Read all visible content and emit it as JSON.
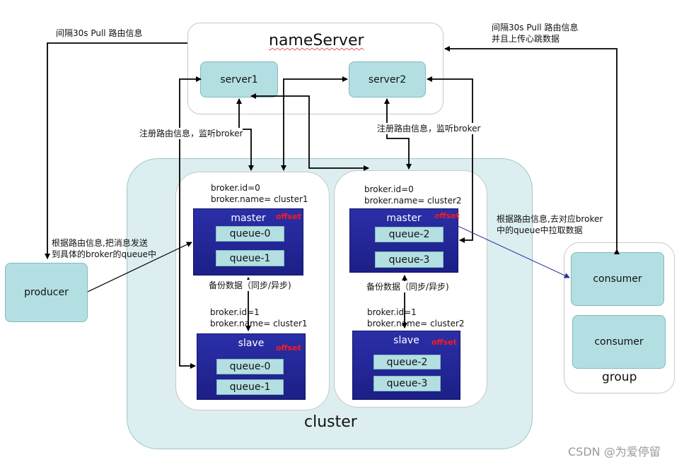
{
  "name_server": {
    "title": "nameServer",
    "server1": "server1",
    "server2": "server2"
  },
  "cluster_label": "cluster",
  "group_label": "group",
  "producer": "producer",
  "consumers": [
    "consumer",
    "consumer"
  ],
  "brokers": [
    {
      "id_line": "broker.id=0",
      "name_line": "broker.name= cluster1",
      "role": "master",
      "offset": "offset",
      "queues": [
        "queue-0",
        "queue-1"
      ]
    },
    {
      "id_line": "broker.id=1",
      "name_line": "broker.name= cluster1",
      "role": "slave",
      "offset": "offset",
      "queues": [
        "queue-0",
        "queue-1"
      ]
    },
    {
      "id_line": "broker.id=0",
      "name_line": "broker.name= cluster2",
      "role": "master",
      "offset": "offset",
      "queues": [
        "queue-2",
        "queue-3"
      ]
    },
    {
      "id_line": "broker.id=1",
      "name_line": "broker.name= cluster2",
      "role": "slave",
      "offset": "offset",
      "queues": [
        "queue-2",
        "queue-3"
      ]
    }
  ],
  "annotations": {
    "pull_left": "间隔30s Pull 路由信息",
    "pull_right_1": "间隔30s Pull 路由信息",
    "pull_right_2": "并且上传心跳数据",
    "register_left": "注册路由信息，监听broker",
    "register_right": "注册路由信息，监听broker",
    "send_1": "根据路由信息,把消息发送",
    "send_2": "到具体的broker的queue中",
    "consume_1": "根据路由信息,去对应broker",
    "consume_2": "中的queue中拉取数据",
    "backup_left": "备份数据（同步/异步)",
    "backup_right": "备份数据（同步/异步)"
  },
  "watermark": "CSDN @为爱停留"
}
